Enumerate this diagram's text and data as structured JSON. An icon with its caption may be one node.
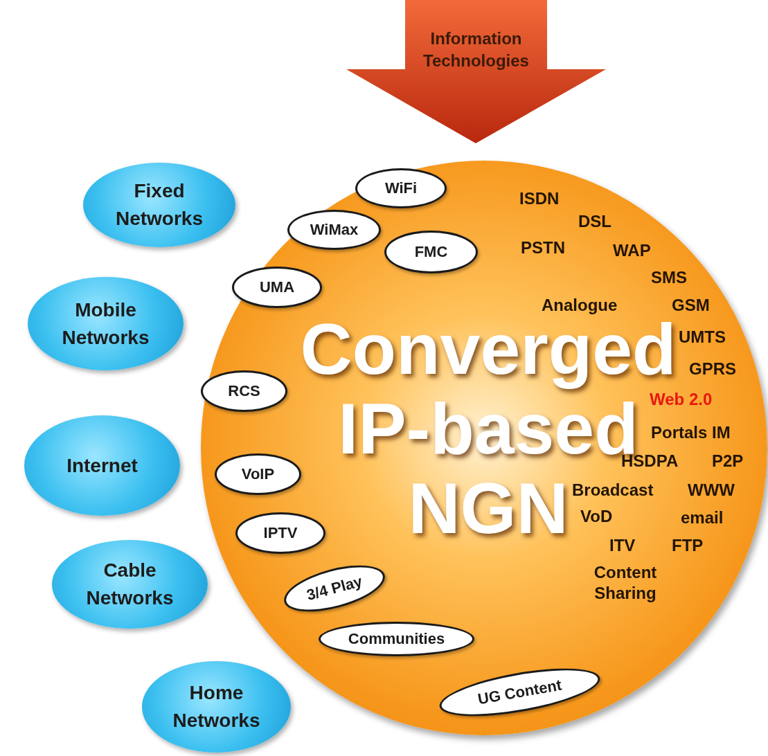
{
  "diagram": {
    "nodes": [
      {
        "text": [
          "Information Technologies"
        ]
      },
      {
        "text": [
          "Converged IP-based NGN"
        ]
      },
      {
        "text": [
          "WiFi"
        ],
        "in": 1
      },
      {
        "text": [
          "WiMax"
        ],
        "in": 1
      },
      {
        "text": [
          "FMC"
        ],
        "in": 1
      },
      {
        "text": [
          "UMA"
        ],
        "in": 1
      },
      {
        "text": [
          "RCS"
        ],
        "in": 1
      },
      {
        "text": [
          "VoIP"
        ],
        "in": 1
      },
      {
        "text": [
          "IPTV"
        ],
        "in": 1
      },
      {
        "text": [
          "3/4 Play"
        ],
        "in": 1
      },
      {
        "text": [
          "Communities"
        ],
        "in": 1
      },
      {
        "text": [
          "UG Content"
        ],
        "in": 1
      },
      {
        "text": [
          "Fixed Networks"
        ]
      },
      {
        "text": [
          "Mobile Networks"
        ]
      },
      {
        "text": [
          "Internet"
        ]
      },
      {
        "text": [
          "Cable Networks"
        ]
      },
      {
        "text": [
          "Home Networks"
        ]
      }
    ],
    "labels": [
      "ISDN",
      "DSL",
      "PSTN",
      "WAP",
      "SMS",
      "Analogue",
      "GSM",
      "UMTS",
      "GPRS",
      "Web 2.0",
      "Portals IM",
      "HSDPA",
      "P2P",
      "Broadcast",
      "WWW",
      "VoD",
      "email",
      "ITV",
      "FTP",
      "Content Sharing"
    ]
  }
}
